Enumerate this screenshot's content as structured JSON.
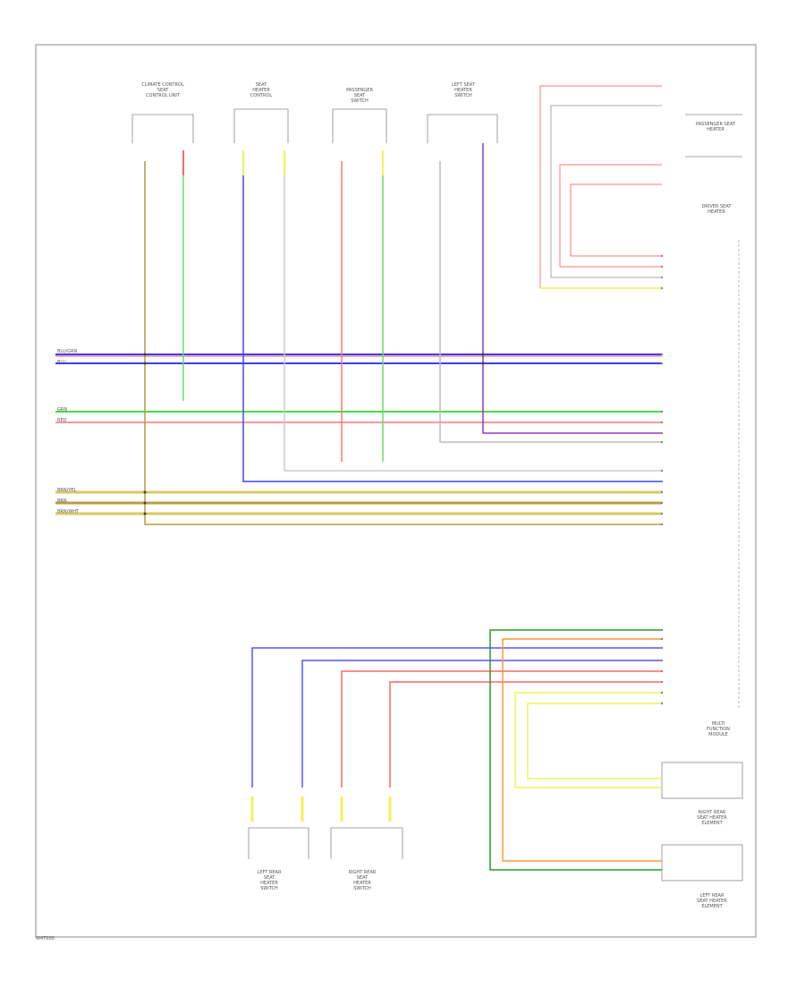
{
  "footer_id": "W47000",
  "top_components": [
    {
      "name": "CLIMATE CONTROL\nSEAT\nCONTROL UNIT"
    },
    {
      "name": "SEAT\nHEATER\nCONTROL"
    },
    {
      "name": "PASSENGER\nSEAT\nSWITCH"
    },
    {
      "name": "LEFT SEAT\nHEATER\nSWITCH"
    }
  ],
  "right_components": [
    {
      "name": "PASSENGER SEAT\nHEATER"
    },
    {
      "name": "DRIVER SEAT\nHEATER"
    },
    {
      "name": "MULTI\nFUNCTION\nMODULE"
    },
    {
      "name": "RIGHT REAR\nSEAT HEATER\nELEMENT"
    },
    {
      "name": "LEFT REAR\nSEAT HEATER\nELEMENT"
    }
  ],
  "bottom_components": [
    {
      "name": "LEFT REAR\nSEAT\nHEATER\nSWITCH"
    },
    {
      "name": "RIGHT REAR\nSEAT\nHEATER\nSWITCH"
    }
  ],
  "left_labels": [
    "BLU/GRN",
    "BLU",
    "GRN",
    "RED",
    "BRN/YEL",
    "BRN",
    "BRN/WHT"
  ],
  "colors": {
    "red": "#ff4d4d",
    "blue": "#3b3bff",
    "green": "#44dd44",
    "yellow": "#f2f25a",
    "brown": "#b89a40",
    "purple": "#9933cc",
    "orange": "#ff9933",
    "darkgreen": "#2a9a2a",
    "gray": "#999999"
  }
}
